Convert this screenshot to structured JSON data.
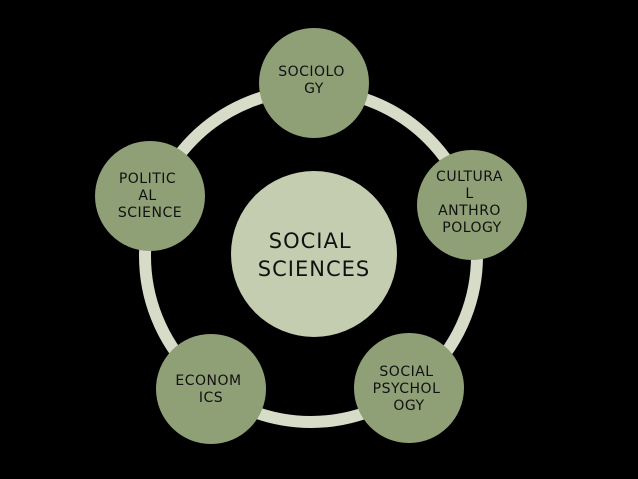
{
  "colors": {
    "background": "#000000",
    "ring": "#d6dcc8",
    "node_fill": "#8f9f76",
    "center_fill": "#c4cdb0",
    "text": "#111111"
  },
  "center": {
    "lines": [
      "SOCIAL",
      "SCIENCES"
    ]
  },
  "nodes": [
    {
      "id": "sociology",
      "lines": [
        "SOCIOLO",
        "GY"
      ]
    },
    {
      "id": "cultural-anthropology",
      "lines": [
        "CULTURA",
        "L",
        "ANTHRO",
        "POLOGY"
      ]
    },
    {
      "id": "social-psychology",
      "lines": [
        "SOCIAL",
        "PSYCHOL",
        "OGY"
      ]
    },
    {
      "id": "economics",
      "lines": [
        "ECONOM",
        "ICS"
      ]
    },
    {
      "id": "political-science",
      "lines": [
        "POLITIC",
        "AL",
        "SCIENCE"
      ]
    }
  ]
}
